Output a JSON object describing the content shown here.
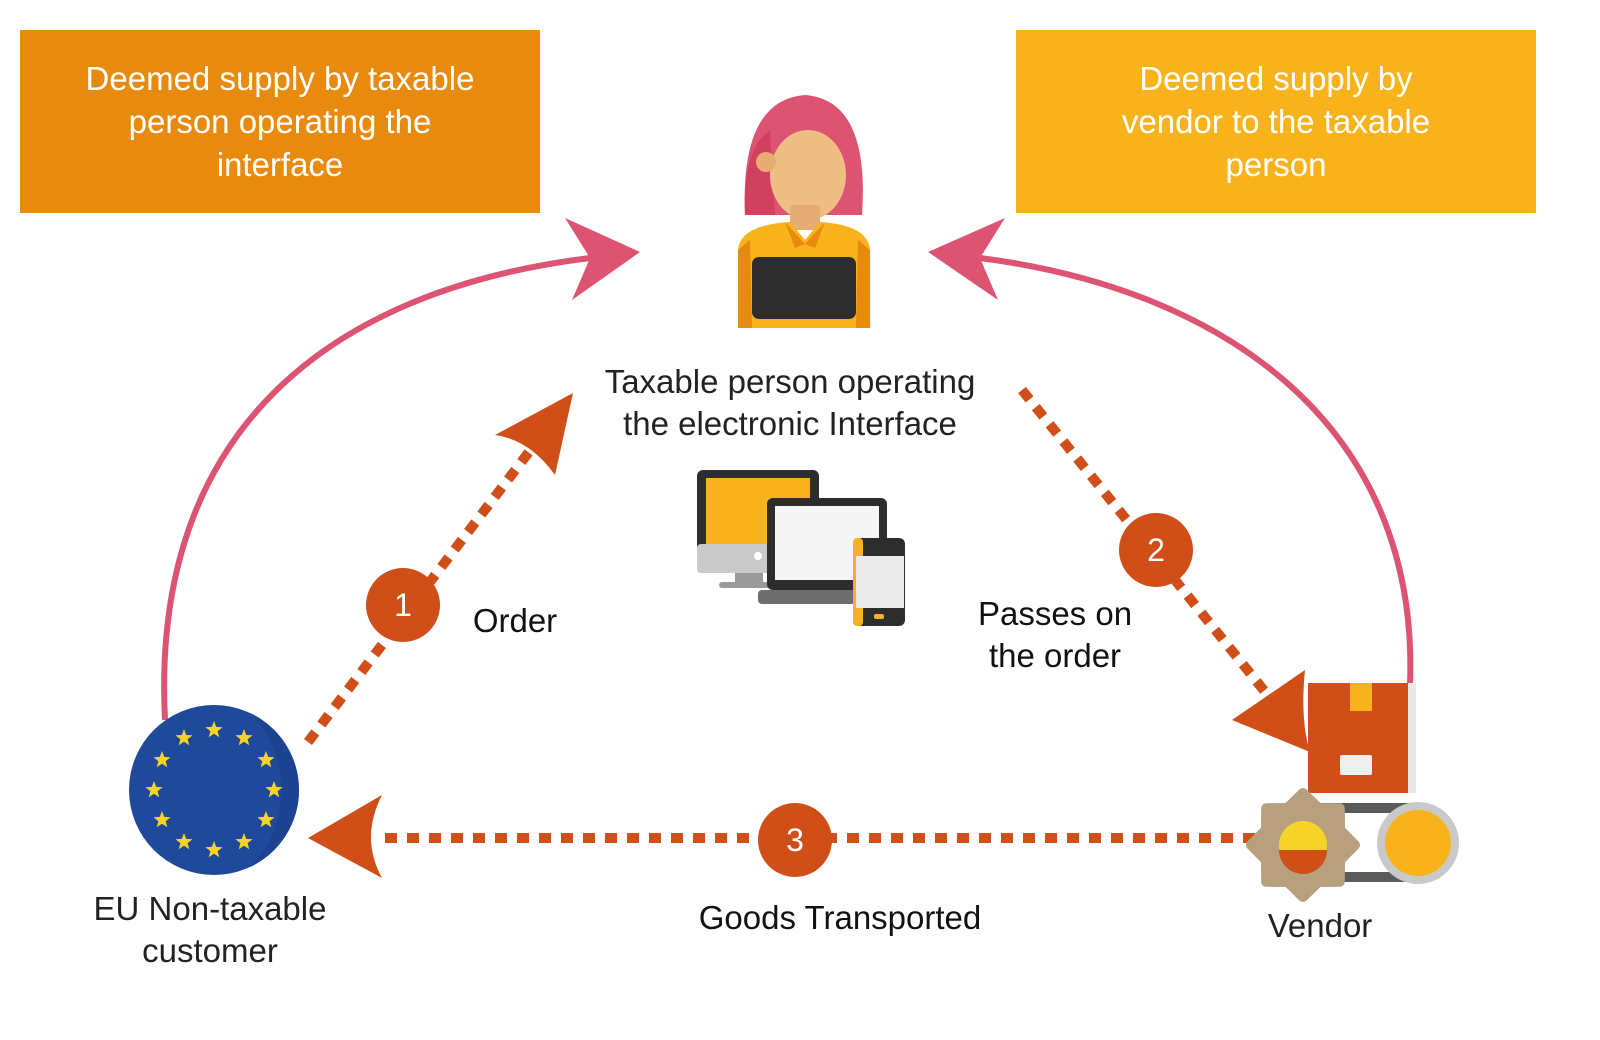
{
  "boxes": {
    "left": {
      "text": "Deemed supply by taxable\nperson operating the\ninterface",
      "color": "#E88A0E"
    },
    "right": {
      "text": "Deemed supply by\nvendor to the taxable\nperson",
      "color": "#F8B31C"
    }
  },
  "nodes": {
    "interface_operator": {
      "label": "Taxable person operating\nthe electronic Interface",
      "icon": "person-with-laptop-icon"
    },
    "devices": {
      "icon": "devices-icon"
    },
    "customer": {
      "label": "EU Non-taxable\ncustomer",
      "icon": "eu-flag-icon"
    },
    "vendor": {
      "label": "Vendor",
      "icon": "vendor-box-gears-icon"
    }
  },
  "steps": [
    {
      "number": "1",
      "label": "Order"
    },
    {
      "number": "2",
      "label": "Passes on\nthe order"
    },
    {
      "number": "3",
      "label": "Goods Transported"
    }
  ],
  "colors": {
    "flow": "#D04E17",
    "supply_arrow": "#DC5472",
    "eu_blue": "#1F4A9C",
    "eu_star": "#F5D327"
  }
}
